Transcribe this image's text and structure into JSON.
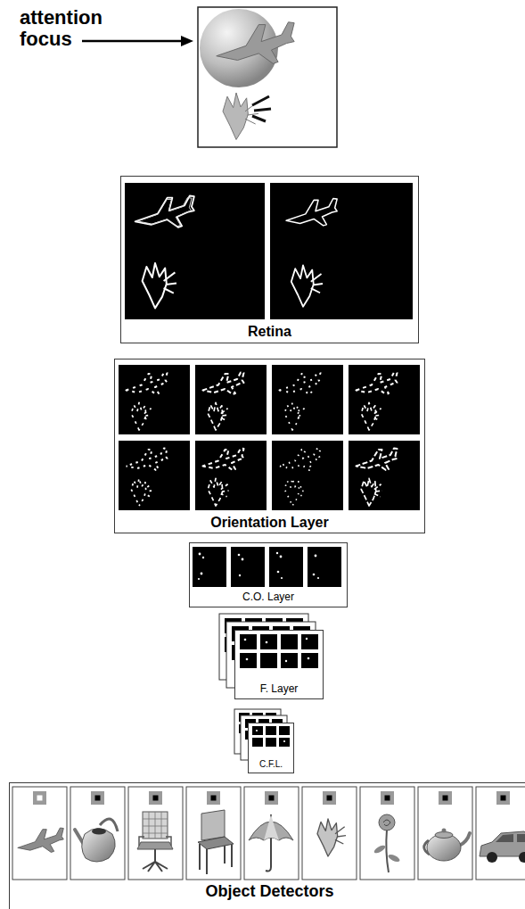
{
  "diagram": {
    "nodes": [
      {
        "text": [
          "Retina"
        ]
      },
      {
        "text": [
          "Orientation Layer"
        ]
      },
      {
        "text": [
          "C.O. Layer"
        ]
      },
      {
        "text": [
          "F. Layer"
        ]
      },
      {
        "text": [
          "C.F.L."
        ]
      },
      {
        "text": [
          "Object Detectors"
        ]
      }
    ],
    "labels": [
      "attention focus"
    ]
  }
}
